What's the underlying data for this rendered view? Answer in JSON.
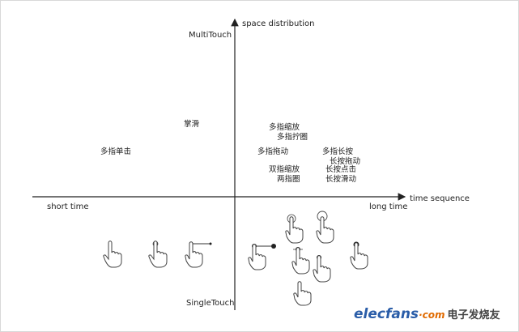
{
  "axes": {
    "y_top": "space distribution",
    "y_top_end": "MultiTouch",
    "y_bottom_end": "SingleTouch",
    "x_right": "time sequence",
    "x_left_end": "short time",
    "x_right_end": "long time"
  },
  "gestures": {
    "zhang_hua": "掌滑",
    "duo_zhi_dan_ji": "多指单击",
    "duo_zhi_suo_fang": "多指缩放",
    "duo_zhi_xuan_quan": "多指拧圈",
    "duo_zhi_tuo_dong": "多指拖动",
    "duo_zhi_chang_an": "多指长按",
    "chang_an_tuo_dong": "长按拖动",
    "shuang_zhi_suo_fang": "双指缩放",
    "chang_an_dian_ji": "长按点击",
    "liang_zhi_quan": "两指圈",
    "chang_an_hua_dong": "长按滑动"
  },
  "watermark": {
    "brand": "elecfans",
    "dot_com": "·com",
    "chinese": "电子发烧友"
  },
  "colors": {
    "axis": "#222222",
    "brand_blue": "#2a5da8",
    "brand_orange": "#e06a00"
  }
}
